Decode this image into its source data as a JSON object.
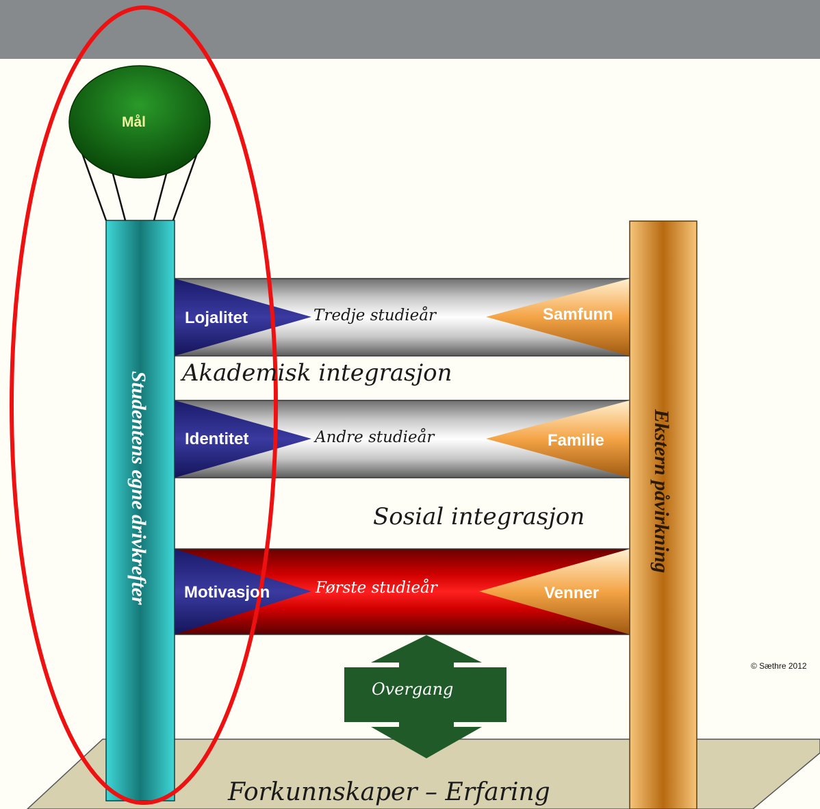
{
  "goal": {
    "label": "Mål"
  },
  "left_pillar": {
    "label": "Studentens egne drivkrefter"
  },
  "right_pillar": {
    "label": "Ekstern påvirkning"
  },
  "beams": [
    {
      "year": "Tredje studieår",
      "inner": "Lojalitet",
      "outer": "Samfunn"
    },
    {
      "year": "Andre studieår",
      "inner": "Identitet",
      "outer": "Familie"
    },
    {
      "year": "Første studieår",
      "inner": "Motivasjon",
      "outer": "Venner"
    }
  ],
  "gaps": {
    "academic": "Akademisk integrasjon",
    "social": "Sosial integrasjon"
  },
  "transition": {
    "label": "Overgang"
  },
  "foundation": {
    "label": "Forkunnskaper – Erfaring"
  },
  "copyright": "© Sæthre 2012",
  "colors": {
    "header_bar": "#878a8c",
    "goal": "#0f6b10",
    "left_pillar": "#2ec4c4",
    "right_pillar": "#e0a24a",
    "inner_triangle": "#2a2a8a",
    "outer_triangle": "#f0a048",
    "first_year_beam": "#e01010",
    "transition_arrow": "#1f5a28",
    "foundation": "#d8d1b0",
    "highlight_ellipse": "#ee1111"
  }
}
